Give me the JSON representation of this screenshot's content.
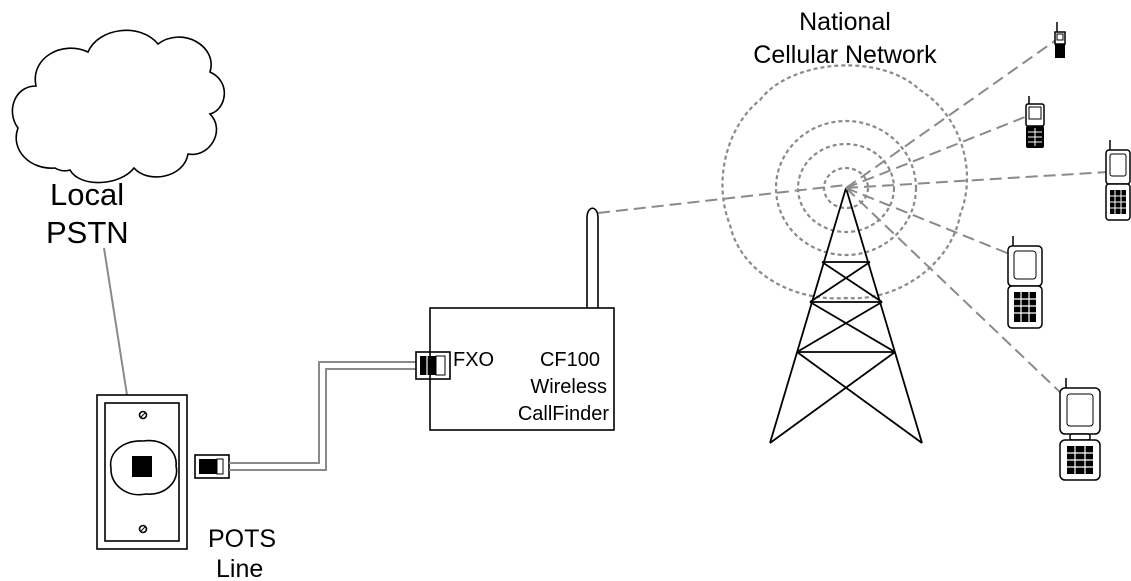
{
  "labels": {
    "pstn_line1": "Local",
    "pstn_line2": "PSTN",
    "pots_line1": "POTS",
    "pots_line2": "Line",
    "port": "FXO",
    "device_line1": "CF100",
    "device_line2": "Wireless",
    "device_line3": "CallFinder",
    "network_line1": "National",
    "network_line2": "Cellular Network"
  },
  "colors": {
    "line": "#000000",
    "wire": "#8a8a8a",
    "background": "#ffffff"
  },
  "icons": {
    "cloud": "cloud-icon",
    "wall_jack": "wall-jack-icon",
    "plug": "rj11-plug-icon",
    "antenna": "antenna-icon",
    "tower": "cell-tower-icon",
    "phone": "cell-phone-icon"
  }
}
